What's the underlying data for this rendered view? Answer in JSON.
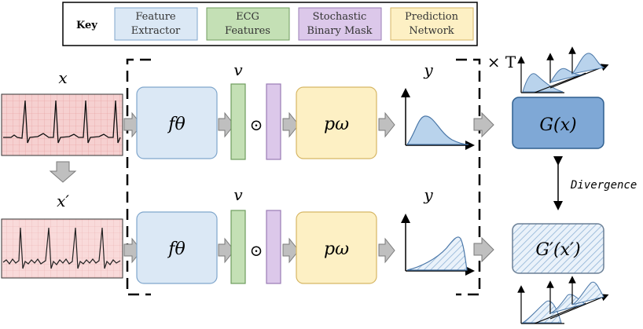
{
  "key": {
    "title": "Key",
    "items": [
      {
        "line1": "Feature",
        "line2": "Extractor",
        "fill": "#dbe8f5",
        "stroke": "#7fa6cc"
      },
      {
        "line1": "ECG",
        "line2": "Features",
        "fill": "#c4e0b5",
        "stroke": "#6f9c5e"
      },
      {
        "line1": "Stochastic",
        "line2": "Binary Mask",
        "fill": "#dcc8ea",
        "stroke": "#9a7cb5"
      },
      {
        "line1": "Prediction",
        "line2": "Network",
        "fill": "#fdf0c4",
        "stroke": "#d6b664"
      }
    ]
  },
  "labels": {
    "x_top": "x",
    "x_bottom": "x′",
    "v_top": "v",
    "v_bottom": "v",
    "y_top": "y",
    "y_bottom": "y",
    "times_T": "× T",
    "f_top": "fθ",
    "f_bottom": "fθ",
    "p_top": "pω",
    "p_bottom": "pω",
    "odot_top": "⊙",
    "odot_bottom": "⊙",
    "G_top": "G(x)",
    "G_bottom": "G′(x′)",
    "divergence": "Divergence"
  },
  "colors": {
    "ecg_grid_top": "#f4c6c6",
    "ecg_grid_bottom": "#f7d4d4",
    "G_top_fill": "#7fa8d6",
    "curve_fill": "#b9d3ec",
    "curve_stroke": "#4a77a8",
    "arrow_fill": "#bfbfbf"
  }
}
